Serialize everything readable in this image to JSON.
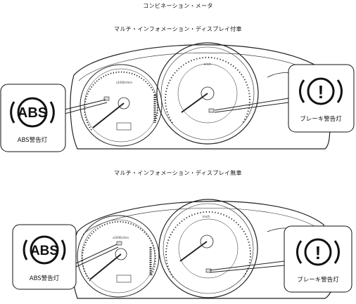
{
  "title": "コンビネーション・メータ",
  "section1": {
    "heading": "マルチ・インフォメーション・ディスプレイ付車",
    "abs_icon_text": "ABS",
    "abs_label": "ABS警告灯",
    "brake_icon_text": "(!)",
    "brake_label": "ブレーキ警告灯",
    "tach_unit": "x1000r/min",
    "speed_unit": "km/h"
  },
  "section2": {
    "heading": "マルチ・インフォメーション・ディスプレイ無車",
    "abs_icon_text": "ABS",
    "abs_label": "ABS警告灯",
    "brake_icon_text": "(!)",
    "brake_label": "ブレーキ警告灯",
    "tach_unit": "x1000r/min",
    "speed_unit": "km/h"
  }
}
